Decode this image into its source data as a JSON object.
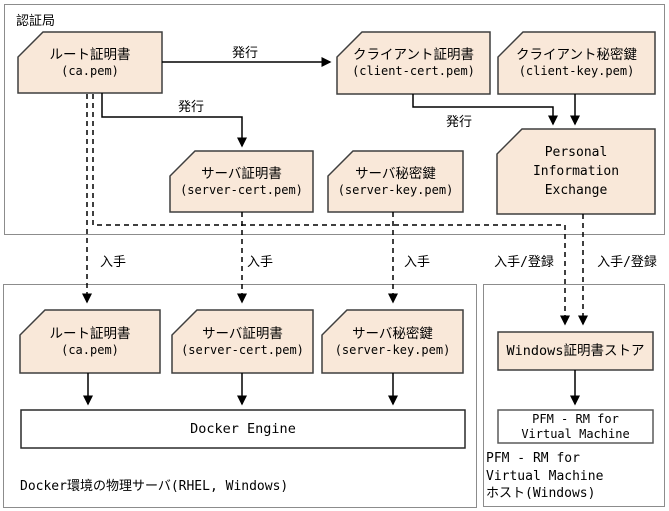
{
  "sections": {
    "auth": {
      "label": "認証局"
    },
    "docker": {
      "label": "Docker環境の物理サーバ(RHEL, Windows)"
    },
    "pfm": {
      "label_lines": [
        "PFM - RM for",
        "Virtual Machine",
        "ホスト(Windows)"
      ]
    }
  },
  "nodes": {
    "auth_root_cert": {
      "title": "ルート証明書",
      "file": "(ca.pem)"
    },
    "auth_client_cert": {
      "title": "クライアント証明書",
      "file": "(client-cert.pem)"
    },
    "auth_client_key": {
      "title": "クライアント秘密鍵",
      "file": "(client-key.pem)"
    },
    "auth_server_cert": {
      "title": "サーバ証明書",
      "file": "(server-cert.pem)"
    },
    "auth_server_key": {
      "title": "サーバ秘密鍵",
      "file": "(server-key.pem)"
    },
    "auth_pie": {
      "lines": [
        "Personal",
        "Information",
        "Exchange"
      ]
    },
    "docker_root_cert": {
      "title": "ルート証明書",
      "file": "(ca.pem)"
    },
    "docker_server_cert": {
      "title": "サーバ証明書",
      "file": "(server-cert.pem)"
    },
    "docker_server_key": {
      "title": "サーバ秘密鍵",
      "file": "(server-key.pem)"
    },
    "docker_engine": {
      "title": "Docker Engine"
    },
    "pfm_win_cert_store": {
      "title": "Windows証明書ストア"
    },
    "pfm_rm": {
      "lines": [
        "PFM - RM for",
        "Virtual Machine"
      ]
    }
  },
  "edge_labels": {
    "issue_root_to_client": "発行",
    "issue_root_to_server": "発行",
    "issue_client_to_pie": "発行",
    "obtain_root_cert": "入手",
    "obtain_server_cert": "入手",
    "obtain_server_key": "入手",
    "obtain_register_left": "入手/登録",
    "obtain_register_right": "入手/登録"
  },
  "colors": {
    "node_fill": "#F9E8D9",
    "node_border": "#3F3F3F",
    "section_border": "#8C8C8C",
    "arrow": "#000000",
    "background": "#FFFFFF"
  }
}
